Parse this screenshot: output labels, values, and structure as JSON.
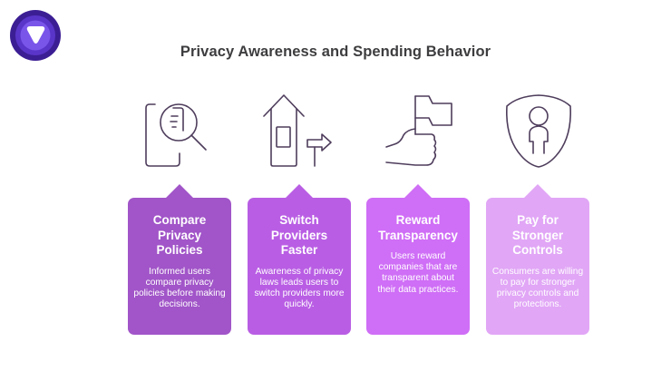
{
  "logo": {
    "icon": "shield-play-logo",
    "colors": {
      "outer": "#3c1e94",
      "mid": "#5a35c9",
      "inner": "#7a55ea"
    }
  },
  "title": "Privacy Awareness and Spending Behavior",
  "icon_stroke_color": "#4e3d5c",
  "cards": [
    {
      "icon": "document-magnifier-icon",
      "title": "Compare Privacy Policies",
      "text": "Informed users compare privacy policies before making decisions.",
      "color": "#a155c8"
    },
    {
      "icon": "house-signpost-icon",
      "title": "Switch Providers Faster",
      "text": "Awareness of privacy laws leads users to switch providers more quickly.",
      "color": "#b95ee4"
    },
    {
      "icon": "hand-flag-icon",
      "title": "Reward Transparency",
      "text": "Users reward companies that are transparent about their data practices.",
      "color": "#cf6ef6"
    },
    {
      "icon": "shield-person-icon",
      "title": "Pay for Stronger Controls",
      "text": "Consumers are willing to pay for stronger privacy controls and protections.",
      "color": "#e1a6f6"
    }
  ]
}
